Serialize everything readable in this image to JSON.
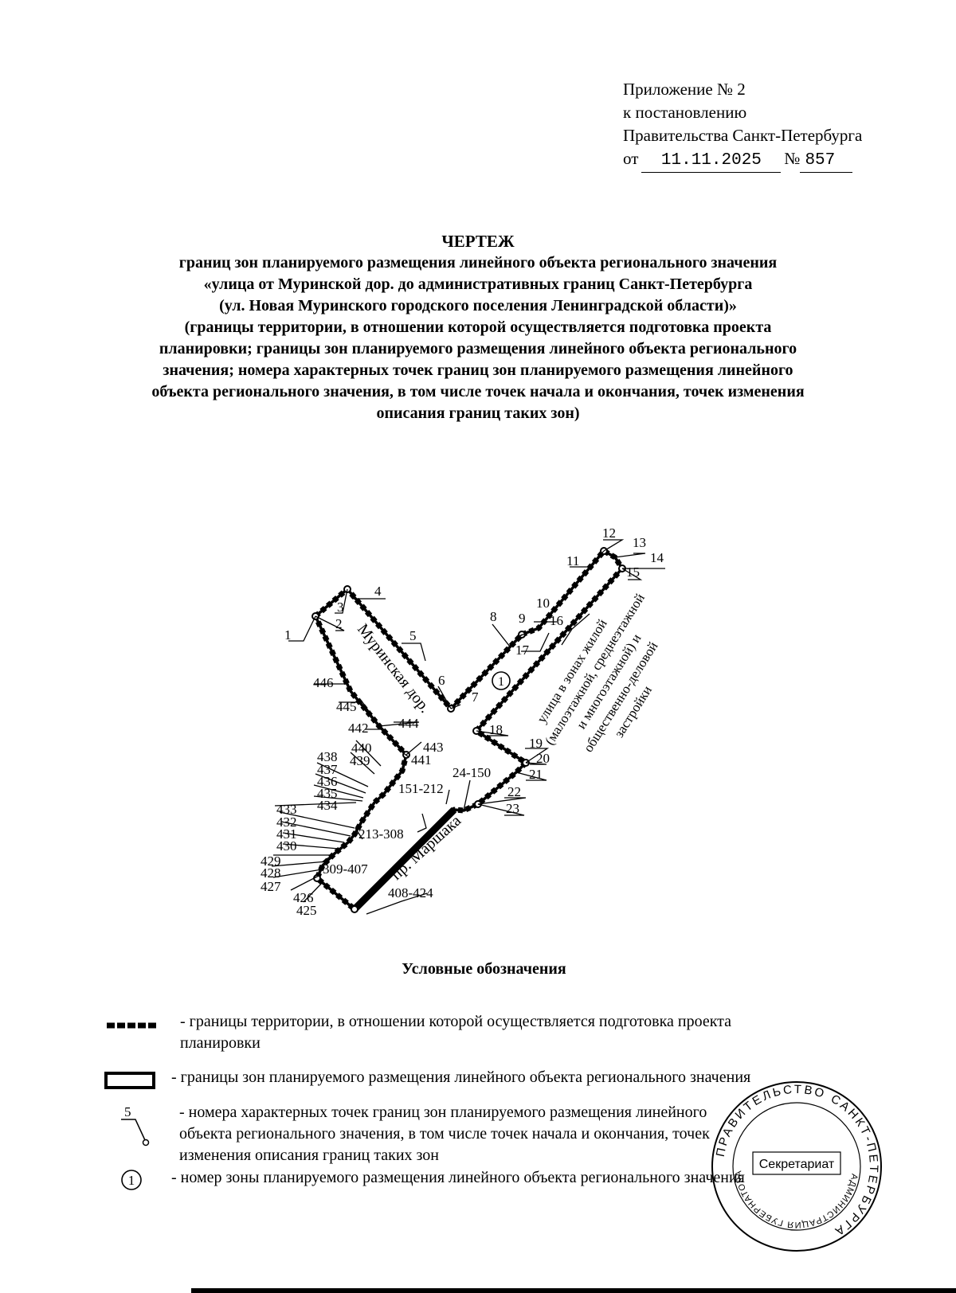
{
  "appendix": {
    "line1": "Приложение № 2",
    "line2": "к постановлению",
    "line3": "Правительства Санкт-Петербурга",
    "from_label": "от",
    "date": "11.11.2025",
    "number_label": "№",
    "number": "857"
  },
  "title": {
    "heading": "ЧЕРТЕЖ",
    "line1": "границ зон планируемого размещения линейного объекта регионального значения",
    "line2": "«улица от Муринской дор. до административных границ Санкт-Петербурга",
    "line3": "(ул. Новая Муринского городского поселения Ленинградской области)»",
    "line4": "(границы территории, в отношении которой осуществляется подготовка проекта",
    "line5": "планировки; границы зон планируемого размещения линейного объекта регионального",
    "line6": "значения; номера характерных точек границ зон планируемого размещения линейного",
    "line7": "объекта регионального значения, в том числе точек начала и окончания, точек изменения",
    "line8": "описания границ таких зон)"
  },
  "drawing": {
    "road_label_1": "Муринская дор.",
    "road_label_2": "пр. Маршака",
    "zone_number": "1",
    "zone_text_1": "улица в зонах жилой",
    "zone_text_2": "(малоэтажной, среднеэтажной",
    "zone_text_3": "и многоэтажной) и",
    "zone_text_4": "общественно-деловой",
    "zone_text_5": "застройки",
    "points": {
      "p1": "1",
      "p2": "2",
      "p3": "3",
      "p4": "4",
      "p5": "5",
      "p6": "6",
      "p7": "7",
      "p8": "8",
      "p9": "9",
      "p10": "10",
      "p11": "11",
      "p12": "12",
      "p13": "13",
      "p14": "14",
      "p15": "15",
      "p16": "16",
      "p17": "17",
      "p18": "18",
      "p19": "19",
      "p20": "20",
      "p21": "21",
      "p22": "22",
      "p23": "23",
      "r24": "24-150",
      "r151": "151-212",
      "r213": "213-308",
      "r309": "309-407",
      "r408": "408-424",
      "p425": "425",
      "p426": "426",
      "p427": "427",
      "p428": "428",
      "p429": "429",
      "p430": "430",
      "p431": "431",
      "p432": "432",
      "p433": "433",
      "p434": "434",
      "p435": "435",
      "p436": "436",
      "p437": "437",
      "p438": "438",
      "p439": "439",
      "p440": "440",
      "p441": "441",
      "p442": "442",
      "p443": "443",
      "p444": "444",
      "p445": "445",
      "p446": "446"
    }
  },
  "legend": {
    "title": "Условные обозначения",
    "item1": "- границы территории, в отношении которой осуществляется подготовка проекта",
    "item1b": "планировки",
    "item2": "- границы зон планируемого размещения линейного объекта регионального значения",
    "item3": "- номера характерных точек границ зон планируемого размещения линейного",
    "item3b": "объекта регионального значения, в том числе точек начала и окончания, точек",
    "item3c": "изменения описания границ таких зон",
    "item4": "- номер зоны планируемого размещения линейного объекта регионального значения",
    "sample_point": "5",
    "sample_zone": "1"
  },
  "stamp": {
    "outer_text": "ПРАВИТЕЛЬСТВО САНКТ-ПЕТЕРБУРГА",
    "center_text": "Секретариат",
    "side_text": "АДМИНИСТРАЦИЯ ГУБЕРНАТОРА"
  }
}
